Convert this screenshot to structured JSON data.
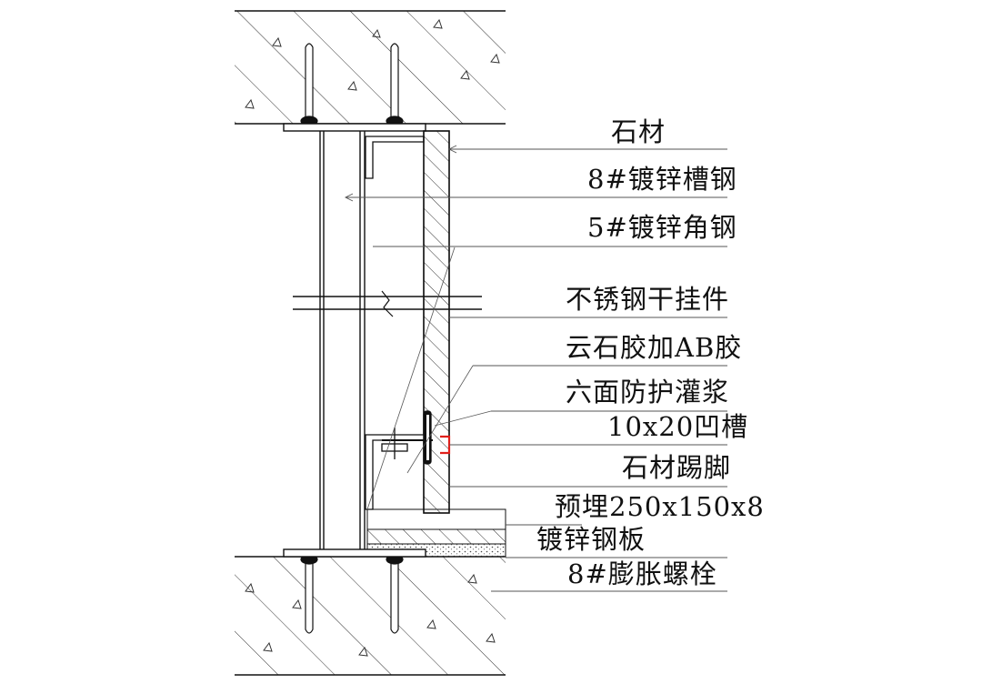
{
  "labels": {
    "stone": "石材",
    "channel_steel": "8#镀锌槽钢",
    "angle_steel": "5#镀锌角钢",
    "stainless_hanger": "不锈钢干挂件",
    "marble_glue": "云石胶加AB胶",
    "six_side_protection": "六面防护灌浆",
    "groove": "10x20凹槽",
    "stone_skirting": "石材踢脚",
    "embedded_plate_line1": "预埋250x150x8",
    "embedded_plate_line2": "镀锌钢板",
    "expansion_bolt": "8#膨胀螺栓"
  },
  "colors": {
    "line": "#111111",
    "hatch": "#222222",
    "leader": "#555555",
    "groove_highlight": "#e0201b",
    "background": "#ffffff"
  }
}
